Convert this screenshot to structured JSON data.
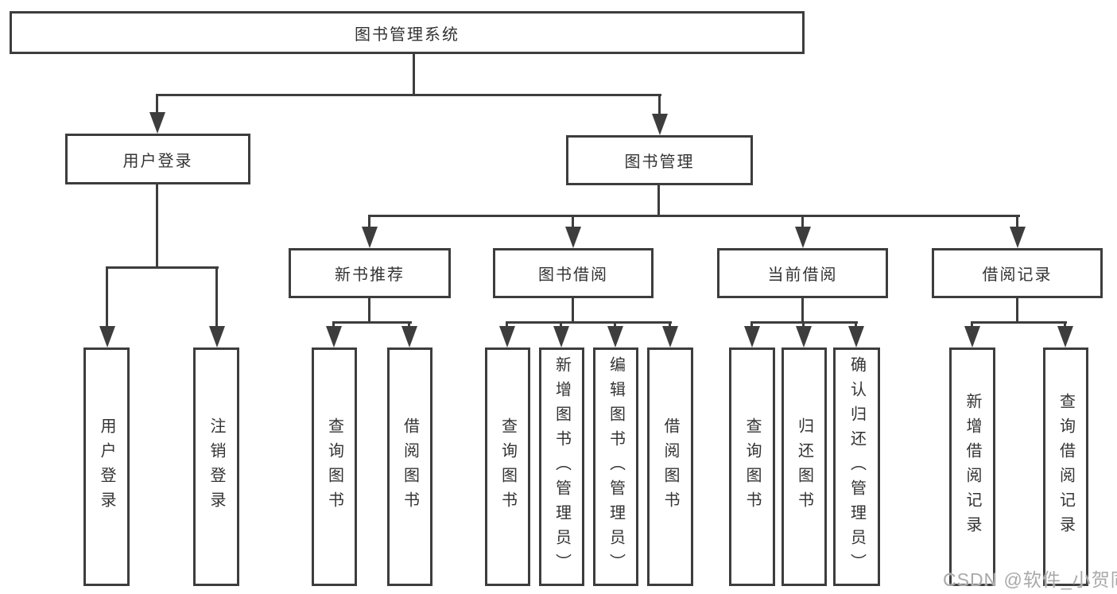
{
  "diagram": {
    "title": "图书管理系统",
    "colors": {
      "line": "#3d3d3d",
      "text": "#333333",
      "watermark": "#a9a9a9"
    },
    "nodes": {
      "root": "图书管理系统",
      "user_login": "用户登录",
      "book_mgmt": "图书管理",
      "new_books": "新书推荐",
      "book_borrow": "图书借阅",
      "current_borrow": "当前借阅",
      "borrow_records": "借阅记录",
      "leaf_user_login": "用户登录",
      "leaf_logout": "注销登录",
      "nb_query_books": "查询图书",
      "nb_borrow_books": "借阅图书",
      "bb_query_books": "查询图书",
      "bb_add_books": "新增图书（管理员）",
      "bb_edit_books": "编辑图书（管理员）",
      "bb_borrow_books": "借阅图书",
      "cb_query_books": "查询图书",
      "cb_return_books": "归还图书",
      "cb_confirm_return": "确认归还（管理员）",
      "br_add_record": "新增借阅记录",
      "br_query_record": "查询借阅记录"
    },
    "watermark": "CSDN @软件_小贺同学"
  }
}
